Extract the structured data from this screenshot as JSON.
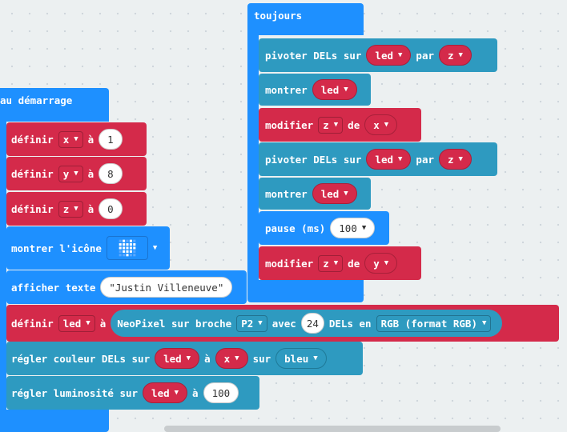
{
  "toujours": {
    "title": "toujours",
    "rows": [
      {
        "t1": "pivoter DELs sur",
        "v1": "led",
        "t2": "par",
        "v2": "z"
      },
      {
        "t1": "montrer",
        "v1": "led"
      },
      {
        "t1": "modifier",
        "d1": "z",
        "t2": "de",
        "v1": "x"
      },
      {
        "t1": "pivoter DELs sur",
        "v1": "led",
        "t2": "par",
        "v2": "z"
      },
      {
        "t1": "montrer",
        "v1": "led"
      },
      {
        "t1": "pause (ms)",
        "v1": "100"
      },
      {
        "t1": "modifier",
        "d1": "z",
        "t2": "de",
        "v1": "y"
      }
    ]
  },
  "demarrage": {
    "title": "au démarrage",
    "r1": {
      "t1": "définir",
      "d1": "x",
      "t2": "à",
      "v1": "1"
    },
    "r2": {
      "t1": "définir",
      "d1": "y",
      "t2": "à",
      "v1": "8"
    },
    "r3": {
      "t1": "définir",
      "d1": "z",
      "t2": "à",
      "v1": "0"
    },
    "r4": {
      "t1": "montrer l'icône"
    },
    "r5": {
      "t1": "afficher texte",
      "v1": "\"Justin Villeneuve\""
    },
    "r6": {
      "t1": "définir",
      "d1": "led",
      "t2": "à",
      "t3": "NeoPixel sur broche",
      "d2": "P2",
      "t4": "avec",
      "v1": "24",
      "t5": "DELs en",
      "d3": "RGB (format RGB)"
    },
    "r7": {
      "t1": "régler couleur DELs sur",
      "v1": "led",
      "t2": "à",
      "v2": "x",
      "t3": "sur",
      "v3": "bleu"
    },
    "r8": {
      "t1": "régler luminosité sur",
      "v1": "led",
      "t2": "à",
      "v2": "100"
    }
  },
  "colors": {
    "event": "#1e90ff",
    "variables": "#d42a4a",
    "neopixel": "#2e9ac0"
  },
  "icons": {
    "dropdown": "triangle-down",
    "heart": "heart-icon"
  }
}
